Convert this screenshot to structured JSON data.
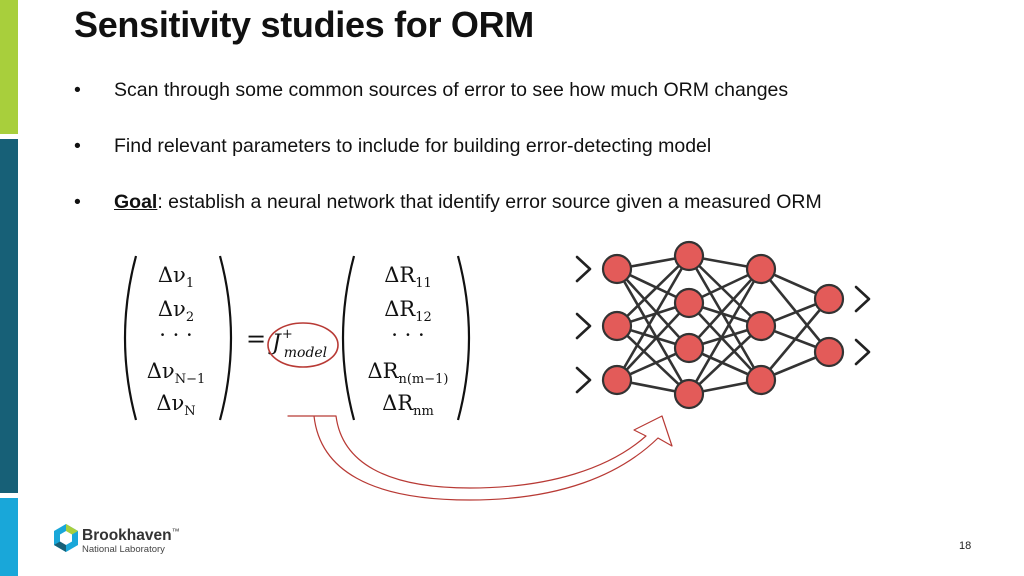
{
  "slide": {
    "title": "Sensitivity studies for ORM",
    "bullets": [
      {
        "marker": "•",
        "text": "Scan through some common sources of error to see how much ORM changes"
      },
      {
        "marker": "•",
        "text": "Find relevant parameters to include for building error-detecting model"
      },
      {
        "marker": "•",
        "goal_label": "Goal",
        "text": ": establish a neural network that identify error source given a measured ORM"
      }
    ],
    "equation": {
      "left_vector": [
        "Δν",
        "Δν",
        "· · ·",
        "Δν",
        "Δν"
      ],
      "left_subs": [
        "1",
        "2",
        "",
        "N−1",
        "N"
      ],
      "equals": "=",
      "operator": "J",
      "operator_sup": "+",
      "operator_sub": "model",
      "right_vector": [
        "ΔR",
        "ΔR",
        "· · ·",
        "ΔR",
        "ΔR"
      ],
      "right_subs": [
        "11",
        "12",
        "",
        "n(m−1)",
        "nm"
      ]
    },
    "colors": {
      "accent_red": "#c0392b",
      "node_fill": "#e35b59",
      "green_bar": "#a8cf3c",
      "teal_bar": "#176077",
      "blue_bar": "#19a7d9"
    },
    "logo": {
      "name": "Brookhaven",
      "mark": "™",
      "subtitle": "National Laboratory"
    },
    "page_number": "18"
  }
}
